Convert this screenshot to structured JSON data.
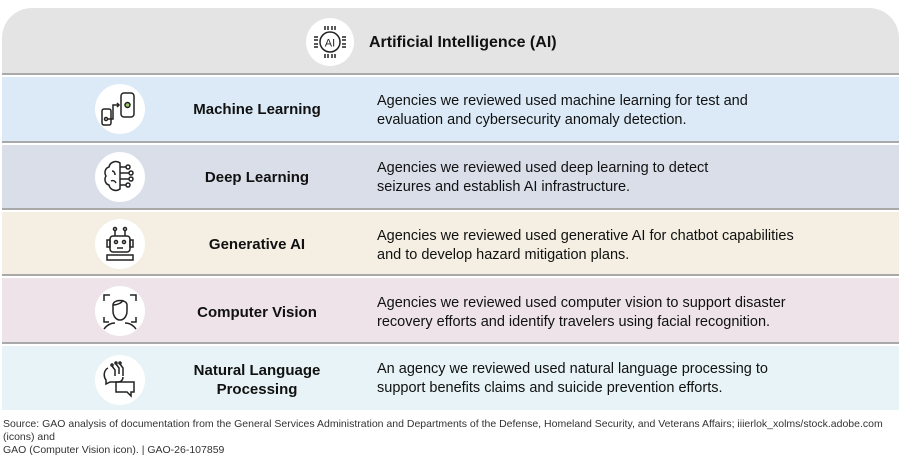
{
  "header": {
    "title": "Artificial Intelligence (AI)",
    "icon": "ai-chip-icon"
  },
  "rows": [
    {
      "name": "Machine Learning",
      "description_lines": [
        "Agencies we reviewed used machine learning for test and",
        "evaluation and cybersecurity anomaly detection."
      ],
      "icon": "machine-learning-icon",
      "color": "#dbeaf6"
    },
    {
      "name": "Deep Learning",
      "description_lines": [
        "Agencies we reviewed used deep learning to detect",
        "seizures and establish AI infrastructure."
      ],
      "icon": "brain-circuit-icon",
      "color": "#d9dee9"
    },
    {
      "name": "Generative AI",
      "description_lines": [
        "Agencies we reviewed used generative AI for chatbot capabilities",
        "and to develop hazard mitigation plans."
      ],
      "icon": "robot-icon",
      "color": "#f4efe2"
    },
    {
      "name": "Computer Vision",
      "description_lines": [
        "Agencies we reviewed used computer vision to support disaster",
        "recovery efforts and identify travelers using facial recognition."
      ],
      "icon": "face-scan-icon",
      "color": "#ede3e9"
    },
    {
      "name_lines": [
        "Natural Language",
        "Processing"
      ],
      "description_lines": [
        "An agency we reviewed used natural language processing to",
        "support benefits claims and suicide prevention efforts."
      ],
      "icon": "chat-bubbles-icon",
      "color": "#e7f3f6"
    }
  ],
  "source_lines": [
    "Source: GAO analysis of documentation from the General Services Administration and Departments of the Defense, Homeland Security, and Veterans Affairs; iiierlok_xolms/stock.adobe.com (icons) and",
    "GAO (Computer Vision icon).  |  GAO-26-107859"
  ]
}
